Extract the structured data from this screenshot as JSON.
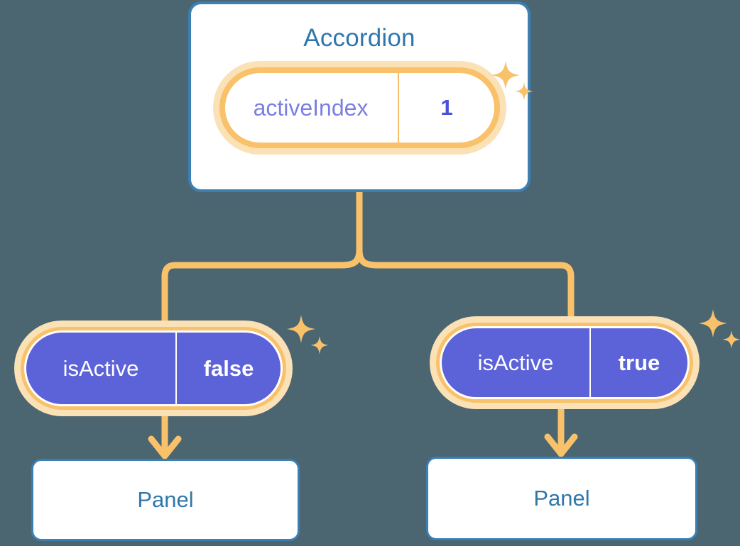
{
  "theme": {
    "background": "#4b6571",
    "card_bg": "#ffffff",
    "card_border": "#3b7fb3",
    "title_text": "#2f77ab",
    "connector": "#f8c16a",
    "pill_ring": "#f8c16a",
    "pill_halo": "#fbe1b6",
    "pill_purple": "#5c62d8",
    "key_text_light": "#7b7fe2",
    "value_text_purple": "#4a51d6",
    "pill_text_on_purple": "#ffffff",
    "sparkle": "#f8c16a"
  },
  "diagram": {
    "root": {
      "title": "Accordion",
      "state": {
        "key": "activeIndex",
        "value": "1"
      }
    },
    "children": [
      {
        "state": {
          "key": "isActive",
          "value": "false"
        },
        "panel": {
          "label": "Panel"
        }
      },
      {
        "state": {
          "key": "isActive",
          "value": "true"
        },
        "panel": {
          "label": "Panel"
        }
      }
    ]
  },
  "icons": {
    "sparkle_large": "sparkle-icon",
    "sparkle_small": "sparkle-small-icon",
    "arrow_down": "arrow-down-icon"
  }
}
